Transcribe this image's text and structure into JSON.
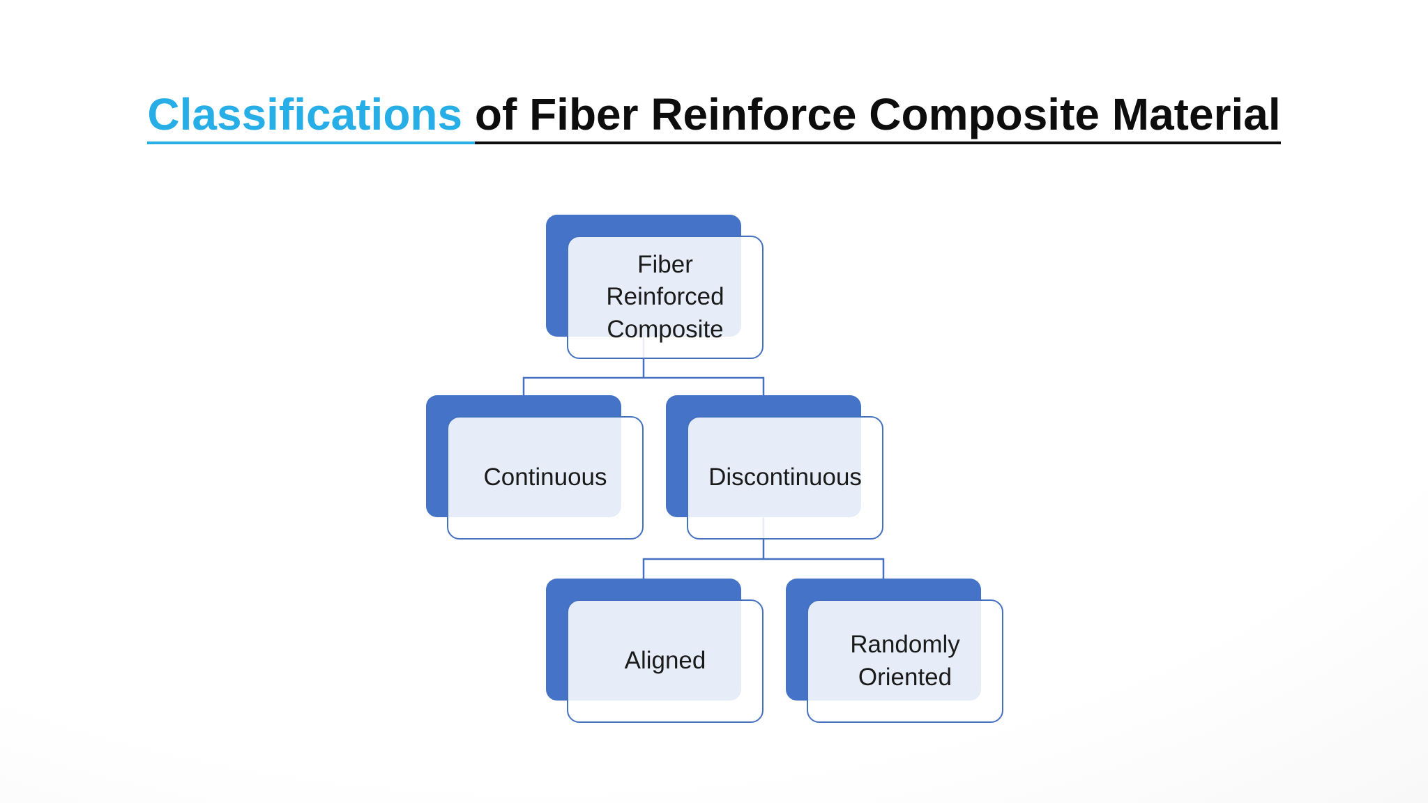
{
  "title": {
    "highlighted_text": "Classifications ",
    "regular_text": "of Fiber Reinforce Composite Material"
  },
  "colors": {
    "title_highlight": "#27aee6",
    "title_regular": "#0d0d0d",
    "node_back_fill": "#4573c7",
    "node_border": "#4470c0",
    "node_overlay_fill": "rgba(255,255,255,0.87)",
    "node_overlap_tint": "#e9edf7",
    "connector": "#4470c0",
    "node_text": "#1a1a1a",
    "background_center": "#ffffff",
    "background_edge": "#eeeeee"
  },
  "diagram": {
    "type": "hierarchy",
    "nodes": [
      {
        "id": "fiber-reinforced-composite",
        "label": "Fiber Reinforced Composite",
        "parent": null
      },
      {
        "id": "continuous",
        "label": "Continuous",
        "parent": "fiber-reinforced-composite"
      },
      {
        "id": "discontinuous",
        "label": "Discontinuous",
        "parent": "fiber-reinforced-composite"
      },
      {
        "id": "aligned",
        "label": "Aligned",
        "parent": "discontinuous"
      },
      {
        "id": "randomly-oriented",
        "label": "Randomly Oriented",
        "parent": "discontinuous"
      }
    ],
    "hierarchy": {
      "Fiber Reinforced Composite": [
        "Continuous",
        "Discontinuous"
      ],
      "Discontinuous": [
        "Aligned",
        "Randomly Oriented"
      ]
    }
  }
}
